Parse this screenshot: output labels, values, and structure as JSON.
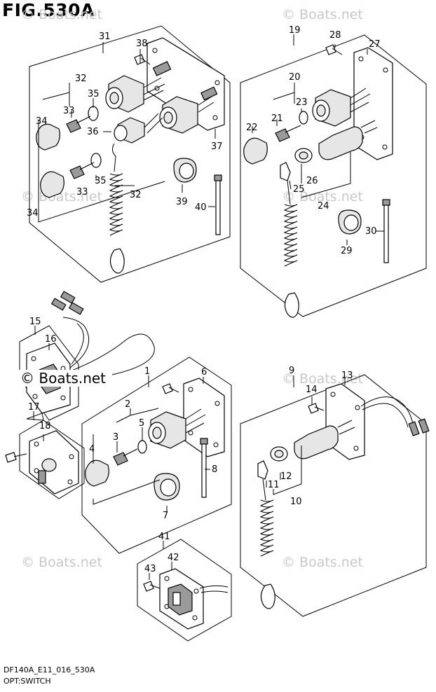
{
  "figure": {
    "title": "FIG.530A",
    "footer_code": "DF140A_E11_016_530A",
    "footer_name": "OPT:SWITCH"
  },
  "watermark": {
    "text": "© Boats.net",
    "highlight_text": "© Boats.net"
  },
  "callouts": {
    "c1": "1",
    "c2": "2",
    "c3": "3",
    "c4": "4",
    "c5": "5",
    "c6": "6",
    "c7": "7",
    "c8": "8",
    "c9": "9",
    "c10": "10",
    "c11": "11",
    "c12": "12",
    "c13": "13",
    "c14": "14",
    "c15": "15",
    "c16": "16",
    "c17": "17",
    "c18": "18",
    "c19": "19",
    "c20": "20",
    "c21": "21",
    "c22": "22",
    "c23": "23",
    "c24": "24",
    "c25": "25",
    "c26": "26",
    "c27": "27",
    "c28": "28",
    "c29": "29",
    "c30": "30",
    "c31": "31",
    "c32a": "32",
    "c32b": "32",
    "c33a": "33",
    "c33b": "33",
    "c34a": "34",
    "c34b": "34",
    "c35a": "35",
    "c35b": "35",
    "c36": "36",
    "c37": "37",
    "c38": "38",
    "c39": "39",
    "c40": "40",
    "c41": "41",
    "c42": "42",
    "c43": "43"
  },
  "colors": {
    "line": "#000000",
    "paper": "#ffffff",
    "watermark": "#c8c8c8"
  }
}
